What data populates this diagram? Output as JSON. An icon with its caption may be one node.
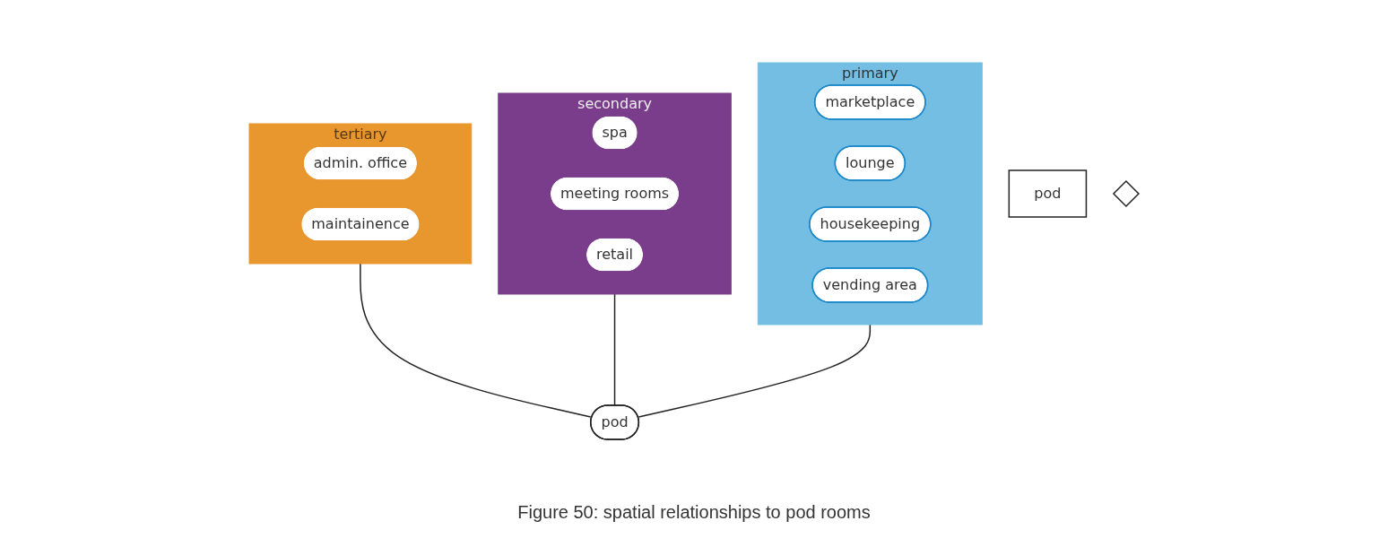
{
  "diagram": {
    "caption": "Figure 50: spatial relationships to pod rooms",
    "nodes": [
      {
        "text": [
          "tertiary"
        ]
      },
      {
        "text": [
          "admin. office"
        ],
        "in": 0
      },
      {
        "text": [
          "maintainence"
        ],
        "in": 0
      },
      {
        "text": [
          "secondary"
        ]
      },
      {
        "text": [
          "spa"
        ],
        "in": 3
      },
      {
        "text": [
          "meeting rooms"
        ],
        "in": 3
      },
      {
        "text": [
          "retail"
        ],
        "in": 3
      },
      {
        "text": [
          "primary"
        ]
      },
      {
        "text": [
          "marketplace"
        ],
        "in": 7
      },
      {
        "text": [
          "lounge"
        ],
        "in": 7
      },
      {
        "text": [
          "housekeeping"
        ],
        "in": 7
      },
      {
        "text": [
          "vending area"
        ],
        "in": 7
      },
      {
        "text": [
          "pod"
        ]
      },
      {
        "text": [
          "pod"
        ]
      },
      {
        "text": [],
        "shape": "diamond"
      }
    ],
    "edges": [
      {
        "from": 0,
        "to": 12,
        "arrow": "none"
      },
      {
        "from": 3,
        "to": 12,
        "arrow": "none"
      },
      {
        "from": 7,
        "to": 12,
        "arrow": "none"
      }
    ]
  }
}
